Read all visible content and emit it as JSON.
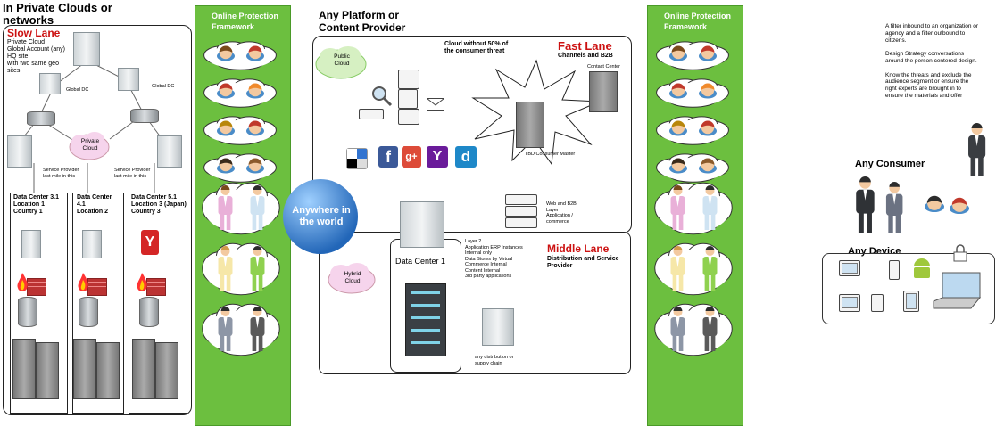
{
  "left": {
    "title": "In Private Clouds or\nnetworks",
    "slow_lane": "Slow Lane",
    "slow_desc": "Private Cloud\nGlobal Account (any)\nHQ site\nwith two same geo\nsites",
    "global_dc_1": "Global DC",
    "global_dc_2": "Global DC",
    "private_cloud": "Private\nCloud",
    "sp_left": "Service Provider\nlast mile in this",
    "sp_right": "Service Provider\nlast mile in this",
    "dc1": "Data Center 3.1\nLocation 1\nCountry 1",
    "dc2": "Data Center\n4.1\nLocation 2",
    "dc3": "Data Center 5.1\nLocation 3 (Japan)\nCountry 3",
    "yahoo_glyph": "Y"
  },
  "green_left": {
    "title": "Online Protection\nFramework"
  },
  "green_right": {
    "title": "Online Protection\nFramework"
  },
  "center": {
    "title": "Any Platform or\nContent Provider",
    "public_cloud": "Public\nCloud",
    "cloud_note": "Cloud without 50% of\nthe consumer threat",
    "fast_lane": "Fast Lane",
    "fast_sub": "Channels and B2B",
    "contact_center": "Contact Center",
    "tbd_master": "TBD Consumer Master",
    "web_b2b": "Web and B2B\nLayer\nApplication /\ncommerce",
    "anywhere": "Anywhere in\nthe world",
    "hybrid_cloud": "Hybrid\nCloud",
    "dc1": "Data Center 1",
    "layer2": "Layer 2\nApplication ERP Instances\nInternal only\nData Stores by Virtual\nCommerce Internal\nContent Internal\n3rd party applications",
    "middle_lane": "Middle Lane",
    "middle_sub": "Distribution and Service\nProvider",
    "distribution": "any distribution or\nsupply chain",
    "social": [
      "f",
      "g+",
      "Y",
      "d"
    ]
  },
  "right": {
    "filter_text": "A filter inbound to an organization or\nagency and a filter outbound to\ncitizens.\n\nDesign Strategy conversations\naround the person centered design.\n\nKnow the threats and exclude the\naudience segment or ensure the\nright experts are brought in to\nensure the materials and offer",
    "any_consumer": "Any Consumer",
    "any_device": "Any Device"
  },
  "colors": {
    "accent_red": "#cc1111",
    "framework_green": "#6cbf3f",
    "globe_blue": "#3a86d6"
  }
}
